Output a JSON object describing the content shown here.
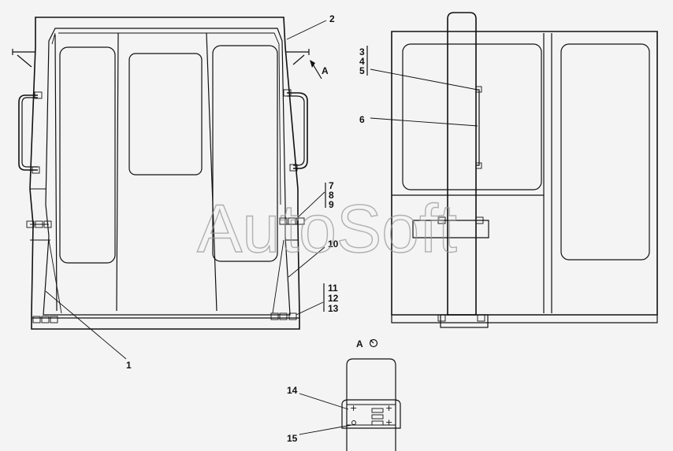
{
  "watermark": "AutoSoft",
  "view_label": "A",
  "view_arrow_label": "A",
  "callouts": [
    {
      "id": "c1",
      "text": "1"
    },
    {
      "id": "c2",
      "text": "2"
    },
    {
      "id": "c3",
      "text": "3"
    },
    {
      "id": "c4",
      "text": "4"
    },
    {
      "id": "c5",
      "text": "5"
    },
    {
      "id": "c6",
      "text": "6"
    },
    {
      "id": "c7",
      "text": "7"
    },
    {
      "id": "c8",
      "text": "8"
    },
    {
      "id": "c9",
      "text": "9"
    },
    {
      "id": "c10",
      "text": "10"
    },
    {
      "id": "c11",
      "text": "11"
    },
    {
      "id": "c12",
      "text": "12"
    },
    {
      "id": "c13",
      "text": "13"
    },
    {
      "id": "c14",
      "text": "14"
    },
    {
      "id": "c15",
      "text": "15"
    }
  ]
}
